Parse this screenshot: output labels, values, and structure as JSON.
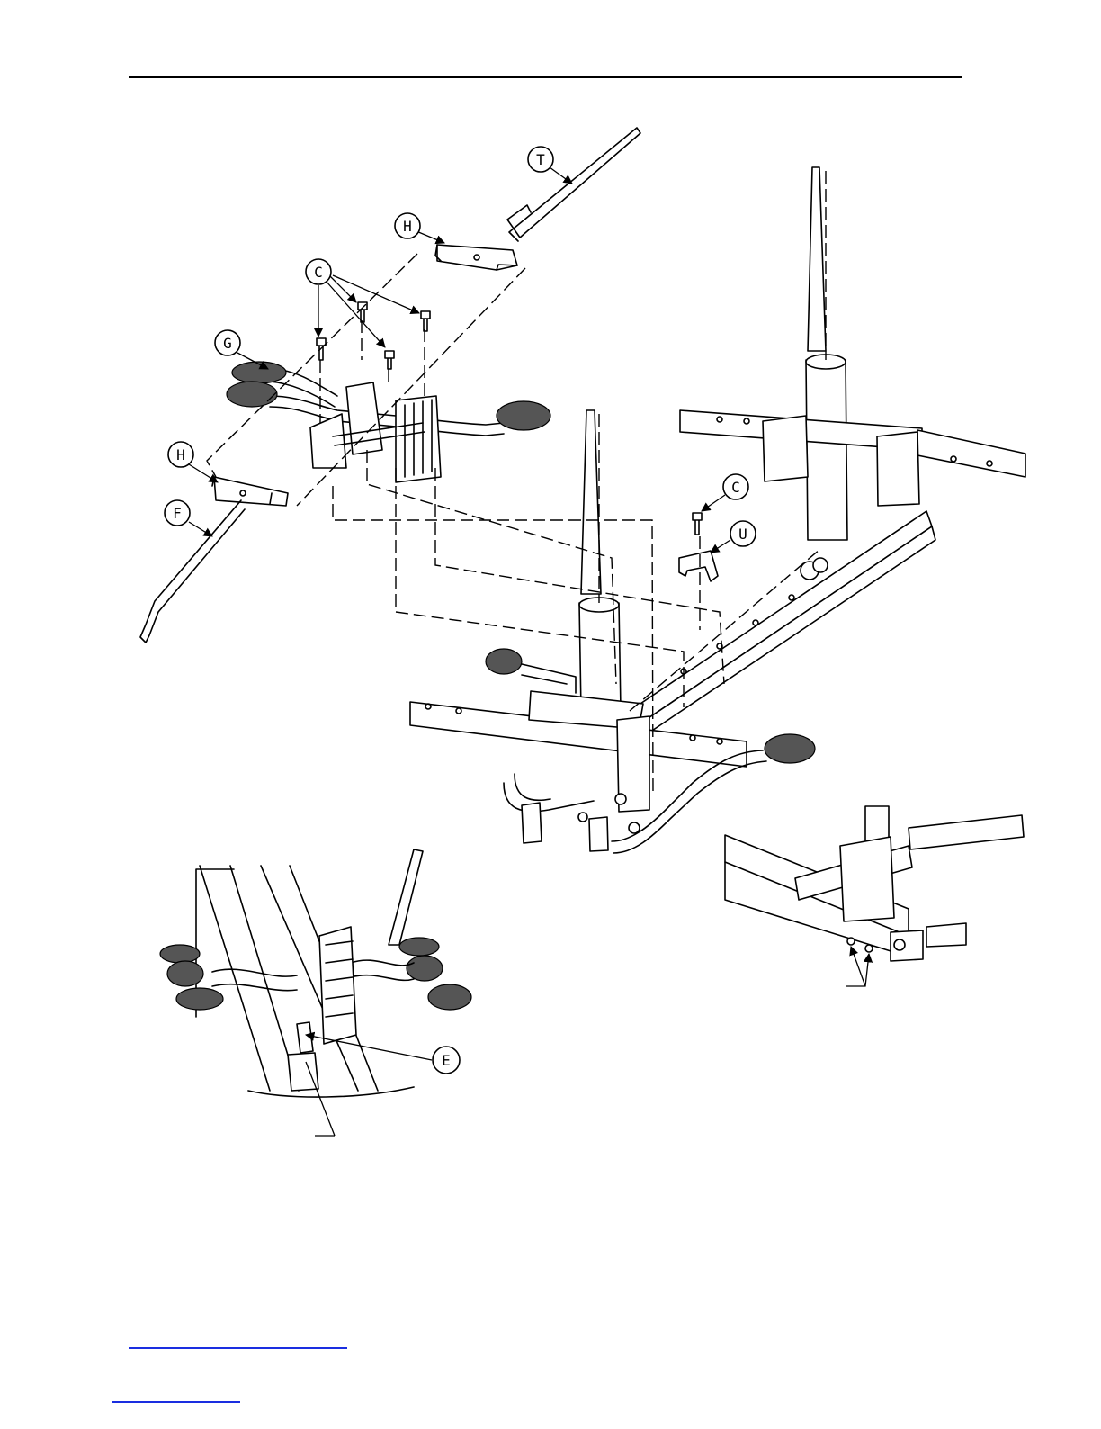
{
  "diagram": {
    "callouts": [
      {
        "id": "callout-t",
        "label": "T"
      },
      {
        "id": "callout-h-top",
        "label": "H"
      },
      {
        "id": "callout-c-top",
        "label": "C"
      },
      {
        "id": "callout-g",
        "label": "G"
      },
      {
        "id": "callout-h-left",
        "label": "H"
      },
      {
        "id": "callout-f",
        "label": "F"
      },
      {
        "id": "callout-c-right",
        "label": "C"
      },
      {
        "id": "callout-u",
        "label": "U"
      },
      {
        "id": "callout-e",
        "label": "E"
      }
    ]
  },
  "colors": {
    "line": "#000000",
    "link": "#1a2ee0",
    "tread": "#555555"
  }
}
